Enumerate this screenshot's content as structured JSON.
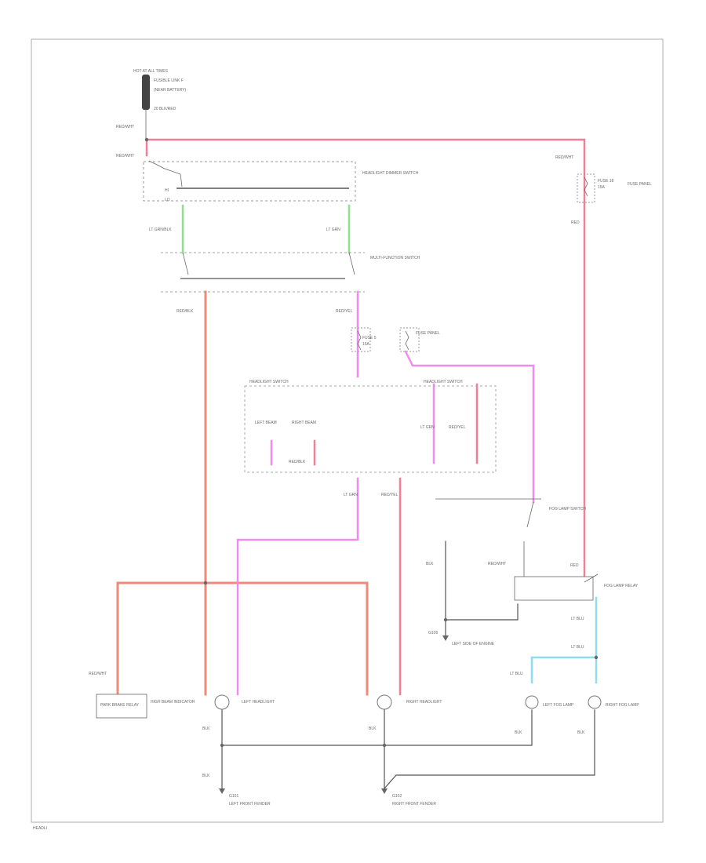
{
  "diagram": {
    "footer_code": "HEADLI",
    "labels": {
      "fuse_panel": "HOT AT ALL TIMES",
      "fusible_link": "FUSIBLE LINK F",
      "fl_note": "(NEAR BATTERY)",
      "fl_wire": "20 BLK/RED",
      "wire_redwht_top": "RED/WHT",
      "wire_redwht_sw": "RED/WHT",
      "wire_redwht_right": "RED/WHT",
      "dimmer_switch": "HEADLIGHT DIMMER SWITCH",
      "dimmer_hi": "HI",
      "dimmer_lo": "LO",
      "wire_ltgrn_1": "LT GRN/BLK",
      "wire_ltgrn_2": "LT GRN",
      "wire_red": "RED",
      "fuse_18": "FUSE 18",
      "fuse_18_amp": "15A",
      "fuse_18_panel": "FUSE PANEL",
      "mf_switch": "MULTI-FUNCTION SWITCH",
      "wire_redblk": "RED/BLK",
      "wire_redyel": "RED/YEL",
      "fuse_5": "FUSE 5",
      "fuse_5_amp": "15A",
      "fuse_5_panel": "FUSE PANEL",
      "hl_switch_left": "HEADLIGHT SWITCH",
      "hl_switch_right": "HEADLIGHT SWITCH",
      "left_beam": "LEFT BEAM",
      "right_beam": "RIGHT BEAM",
      "wire_redblk_sw": "RED/BLK",
      "wire_ltgrn_sw": "LT GRN",
      "wire_ltgrn_out": "LT GRN",
      "wire_redyel_out": "RED/YEL",
      "wire_redyel_sw": "RED/YEL",
      "park_brake_relay": "PARK BRAKE RELAY",
      "wire_blk_relay": "BLK",
      "wire_redwht_relay": "RED/WHT",
      "wire_red_relay": "RED",
      "relay_label": "FOG LAMP RELAY",
      "ground_left": "G106",
      "ground_note": "LEFT SIDE OF ENGINE",
      "ltblu_1": "LT BLU",
      "ltblu_2": "LT BLU",
      "ltblu_3": "LT BLU",
      "fog_switch": "FOG LAMP SWITCH",
      "redwht_lamp": "RED/WHT",
      "indicator": "HIGH BEAM INDICATOR",
      "left_hl": "LEFT HEADLIGHT",
      "right_hl": "RIGHT HEADLIGHT",
      "left_fog": "LEFT FOG LAMP",
      "right_fog": "RIGHT FOG LAMP",
      "blk_1": "BLK",
      "blk_2": "BLK",
      "blk_3": "BLK",
      "blk_4": "BLK",
      "blk_5": "BLK",
      "g101": "G101",
      "g101_note": "LEFT FRONT FENDER",
      "g102": "G102",
      "g102_note": "RIGHT FRONT FENDER"
    }
  }
}
